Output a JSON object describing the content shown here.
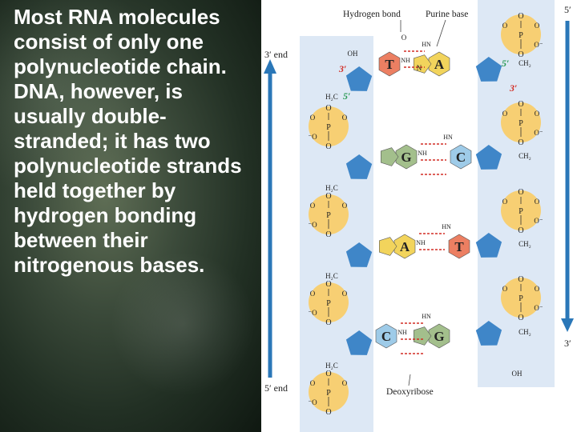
{
  "caption": "Most RNA molecules consist of only one polynucleotide chain. DNA, however, is usually double-stranded; it has two polynucleotide strands held together by hydrogen bonding between their nitrogenous bases.",
  "diagram": {
    "labels": {
      "hydrogen_bond": "Hydrogen bond",
      "purine_base": "Purine base",
      "deoxyribose": "Deoxyribose",
      "end_3_left": "3′ end",
      "end_5_left": "5′ end",
      "end_5_right": "5′",
      "end_3_right": "3′"
    },
    "prime_labels": {
      "p3": "3′",
      "p5": "5′"
    },
    "atoms": {
      "P": "P",
      "O": "O",
      "O_minus": "O⁻",
      "minus_O": "⁻O",
      "OH": "OH",
      "CH2": "CH₂",
      "H2C": "H₂C",
      "NH": "NH",
      "HN": "HN",
      "N": "N",
      "H": "H"
    },
    "bases": [
      "T",
      "A",
      "G",
      "C",
      "A",
      "T",
      "C",
      "G"
    ],
    "colors": {
      "phosphate": "#f7cf73",
      "sugar": "#3f86c8",
      "thymine": "#ec7f62",
      "adenine": "#f2d45c",
      "guanine": "#a3bf8c",
      "cytosine": "#9ecbe8",
      "strand_bg": "#dde8f5",
      "arrow": "#2a77b8",
      "accent_red": "#d22d25",
      "accent_green": "#2a9a54"
    }
  }
}
